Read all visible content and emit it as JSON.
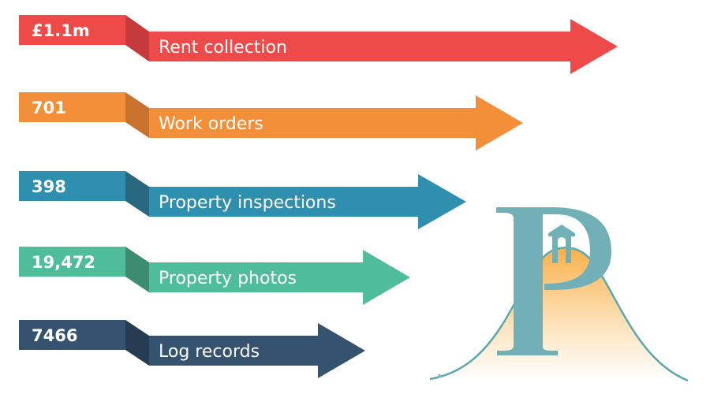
{
  "title": "Key statistics infographic",
  "stats": [
    {
      "value": "£1.1m",
      "label": "Rent collection",
      "color": "#ef4a4a",
      "shade": "#c73a3b"
    },
    {
      "value": "701",
      "label": "Work orders",
      "color": "#f48f39",
      "shade": "#c9722e"
    },
    {
      "value": "398",
      "label": "Property inspections",
      "color": "#2f8fae",
      "shade": "#27687f"
    },
    {
      "value": "19,472",
      "label": "Property photos",
      "color": "#4fbd9a",
      "shade": "#3d8b70"
    },
    {
      "value": "7466",
      "label": "Log records",
      "color": "#35536f",
      "shade": "#263c52"
    }
  ],
  "logo": {
    "name": "P monogram with house on hill",
    "letter": "P",
    "letter_color": "#72b0b8",
    "hill_gradient_top": "#f9b04a",
    "hill_gradient_bottom": "#ffffff",
    "curve_color": "#5ba8b1"
  }
}
